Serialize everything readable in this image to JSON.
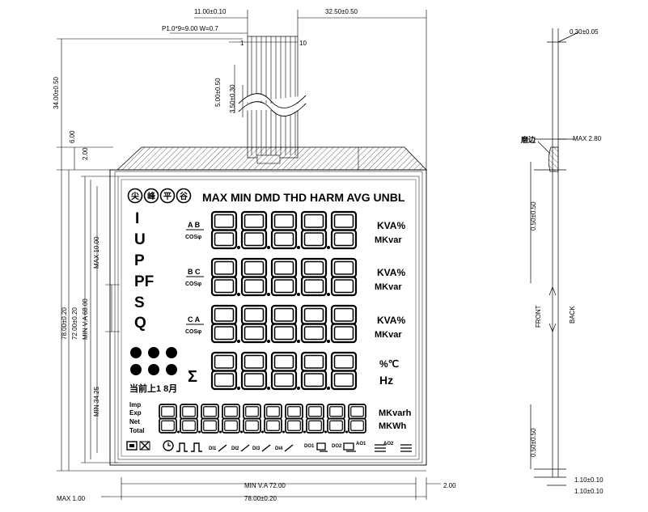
{
  "dims": {
    "top_left": "11.00±0.10",
    "top_right": "32.50±0.50",
    "pitch": "P1.0*9=9.00 W=0.7",
    "pin_first": "1",
    "pin_last": "10",
    "fpc_a": "5.00±0.50",
    "fpc_b": "3.50±0.30",
    "left_34": "34.00±0.50",
    "left_6": "6.00",
    "left_2": "2.00",
    "left_78": "78.00±0.20",
    "left_72": "72.00±0.20",
    "min_va_68": "MIN V.A 68.00",
    "max_10": "MAX 10.00",
    "min_3425": "MIN 34.25",
    "bottom_min_va": "MIN V.A 72.00",
    "bottom_78": "78.00±0.20",
    "bottom_max1": "MAX 1.00",
    "right_2": "2.00"
  },
  "side": {
    "top_thk": "0.30±0.05",
    "mojian": "磨边",
    "max_280": "MAX 2.80",
    "d050a": "0.50±0.50",
    "front": "FRONT",
    "back": "BACK",
    "d050b": "0.50±0.50",
    "b110a": "1.10±0.10",
    "b110b": "1.10±0.10"
  },
  "lcd": {
    "header": "MAX MIN DMD THD HARM AVG UNBL",
    "letters": [
      "I",
      "U",
      "P",
      "PF",
      "S",
      "Q"
    ],
    "phase_rows": [
      {
        "top": "A B",
        "bot": "COSφ",
        "unit1": "KVA%",
        "unit2": "MKvar"
      },
      {
        "top": "B C",
        "bot": "COSφ",
        "unit1": "KVA%",
        "unit2": "MKvar"
      },
      {
        "top": "C A",
        "bot": "COSφ",
        "unit1": "KVA%",
        "unit2": "MKvar"
      }
    ],
    "sigma": "Σ",
    "row4_unit1": "%℃",
    "row4_unit2": "Hz",
    "month_label": "当前上1 8月",
    "energy": [
      "Imp",
      "Exp",
      "Net",
      "Total"
    ],
    "energy_unit1": "MKvarh",
    "energy_unit2": "MKWh",
    "status": [
      "DI1",
      "DI2",
      "DI3",
      "DI4",
      "DO1",
      "DO2",
      "AO1",
      "AO2"
    ],
    "circle_labels": [
      "尖",
      "峰",
      "平",
      "谷"
    ]
  }
}
